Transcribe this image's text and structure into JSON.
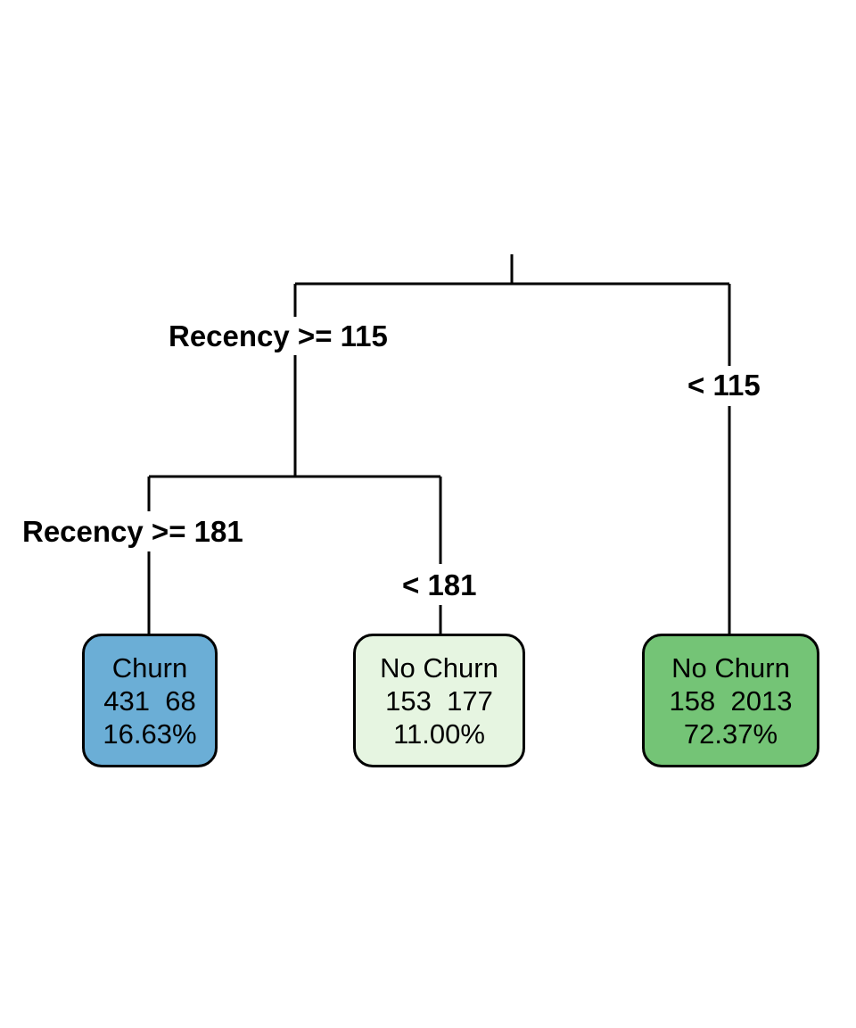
{
  "chart_data": {
    "type": "tree",
    "title": "",
    "root": {
      "split_label_left": "Recency >= 115",
      "split_label_right": "< 115"
    },
    "nodes": [
      {
        "id": "leaf-churn",
        "class_label": "Churn",
        "counts": "431  68",
        "percent": "16.63%",
        "fill": "#6BAED6"
      },
      {
        "id": "leaf-no-churn-mid",
        "class_label": "No Churn",
        "counts": "153  177",
        "percent": "11.00%",
        "fill": "#E6F5E1"
      },
      {
        "id": "leaf-no-churn-right",
        "class_label": "No Churn",
        "counts": "158  2013",
        "percent": "72.37%",
        "fill": "#74C476"
      }
    ],
    "splits": [
      {
        "id": "split-root-left",
        "label": "Recency >= 115"
      },
      {
        "id": "split-root-right",
        "label": "< 115"
      },
      {
        "id": "split-inner-left",
        "label": "Recency >= 181"
      },
      {
        "id": "split-inner-right",
        "label": "< 181"
      }
    ],
    "colors": {
      "edge": "#000000",
      "node_border": "#000000",
      "churn_fill": "#6BAED6",
      "no_churn_light_fill": "#E6F5E1",
      "no_churn_fill": "#74C476",
      "background": "#FFFFFF"
    }
  }
}
